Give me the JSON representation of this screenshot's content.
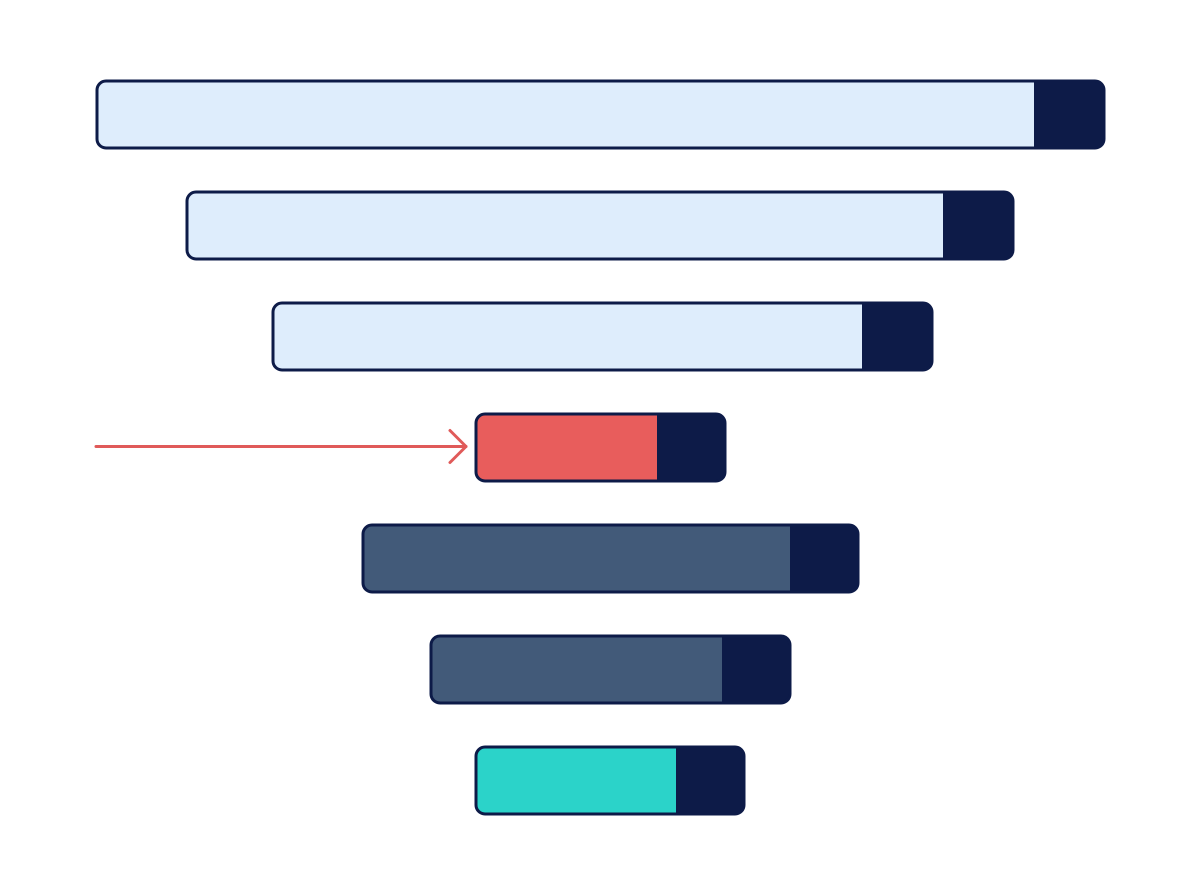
{
  "diagram": {
    "bars": [
      {
        "id": "bar-1",
        "fill": "#deedfc",
        "cap": "#0d1b48"
      },
      {
        "id": "bar-2",
        "fill": "#deedfc",
        "cap": "#0d1b48"
      },
      {
        "id": "bar-3",
        "fill": "#deedfc",
        "cap": "#0d1b48"
      },
      {
        "id": "bar-4",
        "fill": "#e85d5c",
        "cap": "#0d1b48",
        "highlighted": true
      },
      {
        "id": "bar-5",
        "fill": "#425a79",
        "cap": "#0d1b48"
      },
      {
        "id": "bar-6",
        "fill": "#425a79",
        "cap": "#0d1b48"
      },
      {
        "id": "bar-7",
        "fill": "#2bd3c9",
        "cap": "#0d1b48"
      }
    ],
    "outline_color": "#0d1b48",
    "arrow": {
      "color": "#e05a59",
      "points_to": "bar-4"
    }
  }
}
